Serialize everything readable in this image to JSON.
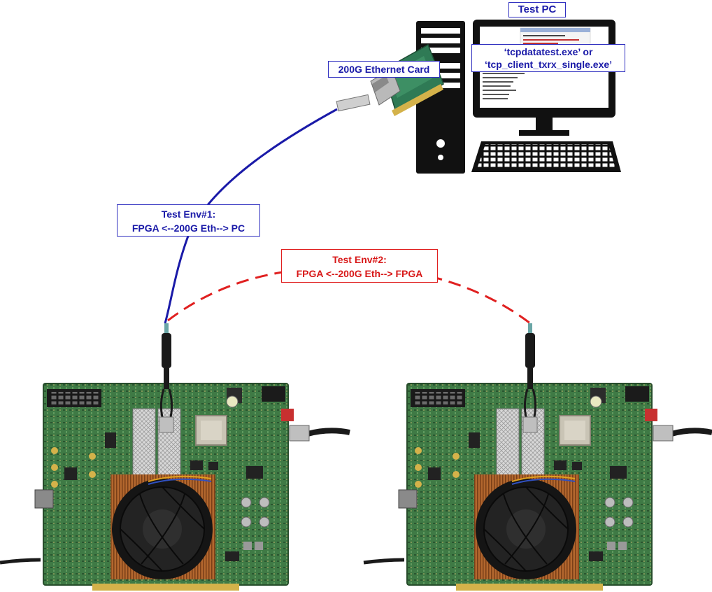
{
  "labels": {
    "test_pc": "Test PC",
    "ethernet_card": "200G Ethernet Card",
    "app_line1": "‘tcpdatatest.exe’ or",
    "app_line2": "‘tcp_client_txrx_single.exe’",
    "env1_line1": "Test Env#1:",
    "env1_line2": "FPGA <--200G Eth--> PC",
    "env2_line1": "Test Env#2:",
    "env2_line2": "FPGA <--200G Eth--> FPGA"
  },
  "colors": {
    "env1_cable": "#1a1aa8",
    "env2_cable": "#e02020",
    "board_pcb": "#3f7a45",
    "fan": "#151515",
    "copper": "#b3672e",
    "pc_black": "#111111"
  },
  "icons": [
    "desktop-tower-icon",
    "monitor-icon",
    "keyboard-icon",
    "network-card-icon",
    "fpga-board-icon"
  ]
}
